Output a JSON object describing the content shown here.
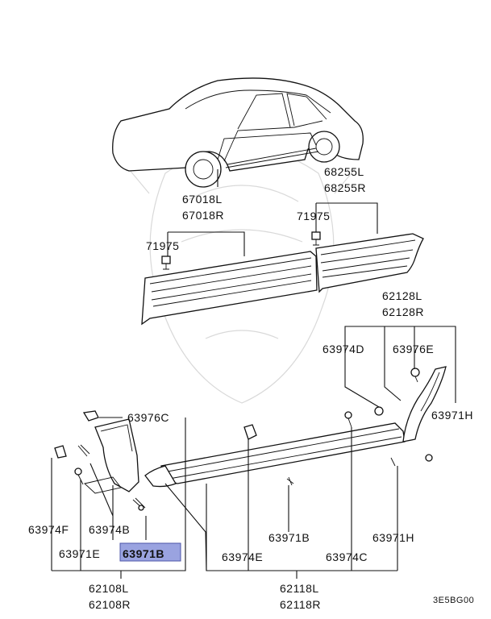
{
  "diagram": {
    "labels": {
      "p67018": [
        "67018L",
        "67018R"
      ],
      "p68255": [
        "68255L",
        "68255R"
      ],
      "p71975_right": "71975",
      "p71975_left": "71975",
      "p62128": [
        "62128L",
        "62128R"
      ],
      "p63974D": "63974D",
      "p63976E": "63976E",
      "p63976C": "63976C",
      "p63971H_right": "63971H",
      "p63974F": "63974F",
      "p63974B": "63974B",
      "p63971E": "63971E",
      "p63971B_highlighted": "63971B",
      "p62108": [
        "62108L",
        "62108R"
      ],
      "p63971B_mid": "63971B",
      "p63974E": "63974E",
      "p63974C": "63974C",
      "p63971H_mid": "63971H",
      "p62118": [
        "62118L",
        "62118R"
      ],
      "diagram_code": "3E5BG00"
    },
    "highlight_color": "#9aa3e0"
  }
}
